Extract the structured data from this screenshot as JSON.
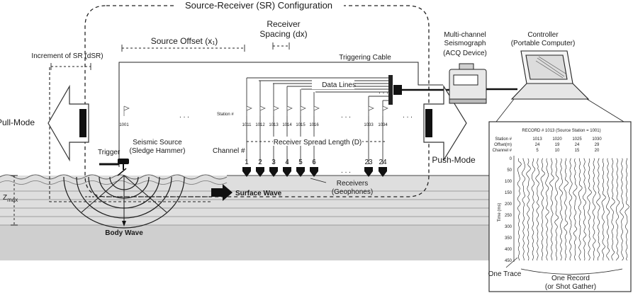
{
  "title": "Source-Receiver (SR) Configuration",
  "labels": {
    "source_offset": "Source Offset (x₁)",
    "receiver_spacing_line1": "Receiver",
    "receiver_spacing_line2": "Spacing (dx)",
    "increment_sr": "Increment of SR (dSR)",
    "triggering_cable": "Triggering Cable",
    "data_lines": "Data Lines",
    "seismograph_line1": "Multi-channel",
    "seismograph_line2": "Seismograph",
    "seismograph_line3": "(ACQ Device)",
    "controller_line1": "Controller",
    "controller_line2": "(Portable Computer)",
    "pull_mode": "Pull-Mode",
    "push_mode": "Push-Mode",
    "station_hash": "Station #",
    "channel_hash": "Channel #",
    "seismic_source_line1": "Seismic Source",
    "seismic_source_line2": "(Sledge Hammer)",
    "trigger": "Trigger",
    "receiver_spread": "Receiver Spread Length (D)",
    "receivers_line1": "Receivers",
    "receivers_line2": "(Geophones)",
    "surface_wave": "Surface Wave",
    "body_wave": "Body Wave",
    "zmax": "Z",
    "zmax_sub": "max",
    "one_trace": "One Trace",
    "one_record_line1": "One Record",
    "one_record_line2": "(or Shot Gather)",
    "ellipsis": ". . .",
    "time_axis": "Time (ms)"
  },
  "stations": [
    "1001",
    "1011",
    "1012",
    "1013",
    "1014",
    "1015",
    "1016",
    "1033",
    "1034"
  ],
  "channels": [
    "1",
    "2",
    "3",
    "4",
    "5",
    "6",
    "23",
    "24"
  ],
  "record": {
    "header": "RECORD # 1013 (Source Station = 1001)",
    "row_labels": [
      "Station #",
      "Offset(m)",
      "Channel #"
    ],
    "station_values": [
      "1013",
      "1020",
      "1025",
      "1030"
    ],
    "offset_values": [
      "24",
      "19",
      "24",
      "29"
    ],
    "channel_values": [
      "5",
      "10",
      "15",
      "20"
    ],
    "time_ticks": [
      "0",
      "50",
      "100",
      "150",
      "200",
      "250",
      "300",
      "350",
      "400",
      "450"
    ]
  },
  "colors": {
    "ink": "#1a1a1a",
    "ground": "#d9d9d9",
    "deep_ground": "#c4c4c4",
    "arrow": "#ffffff"
  }
}
